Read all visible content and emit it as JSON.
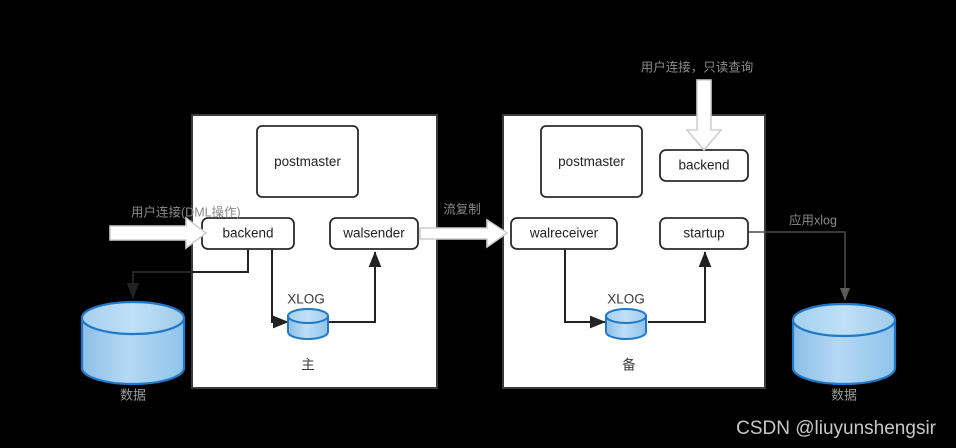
{
  "diagram": {
    "title_watermark": "CSDN @liuyunshengsir",
    "primary_panel": {
      "caption": "主",
      "nodes": {
        "postmaster": "postmaster",
        "backend": "backend",
        "walsender": "walsender",
        "xlog_label": "XLOG"
      }
    },
    "standby_panel": {
      "caption": "备",
      "nodes": {
        "postmaster": "postmaster",
        "backend": "backend",
        "walreceiver": "walreceiver",
        "startup": "startup",
        "xlog_label": "XLOG"
      }
    },
    "external": {
      "left_input_label": "用户连接(DML操作)",
      "top_input_label": "用户连接，只读查询",
      "replication_label": "流复制",
      "apply_xlog_label": "应用xlog",
      "left_data_label": "数据",
      "right_data_label": "数据"
    },
    "colors": {
      "background": "#000000",
      "panel_fill": "#ffffff",
      "panel_stroke": "#3a3a3a",
      "cylinder_top": "#a9d2f0",
      "cylinder_body": "#a3cdee",
      "cylinder_stroke": "#1f78c8",
      "gray_text": "#8a8a8a",
      "line": "#222222"
    }
  }
}
